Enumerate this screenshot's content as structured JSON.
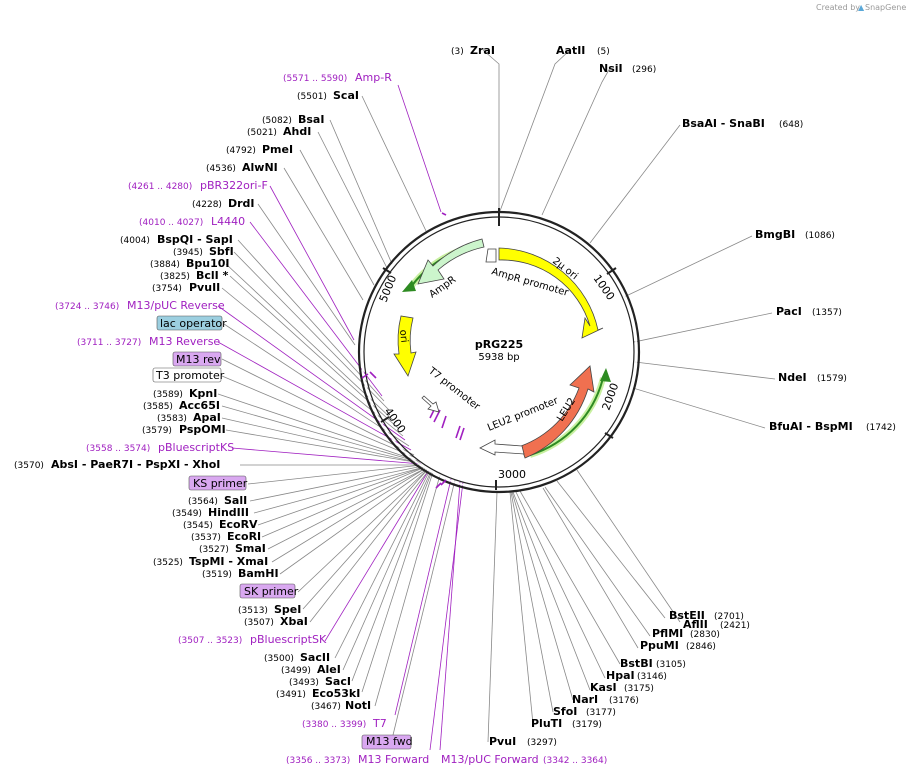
{
  "plasmid": {
    "name": "pRG225",
    "length": "5938 bp"
  },
  "credit": {
    "text": "Created by",
    "brand": "SnapGene"
  },
  "ticks": [
    "1000",
    "2000",
    "3000",
    "4000",
    "5000"
  ],
  "features_on_map": {
    "two_micron_ori": "2µ ori",
    "leu2": "LEU2",
    "leu2_promoter": "LEU2 promoter",
    "ori": "ori",
    "ampr": "AmpR",
    "ampr_promoter": "AmpR promoter",
    "t7_promoter": "T7 promoter"
  },
  "labels": [
    {
      "pos": "(3)",
      "name": "ZraI"
    },
    {
      "pos": "(5)",
      "name": "AatII"
    },
    {
      "pos": "(296)",
      "name": "NsiI"
    },
    {
      "pos": "(648)",
      "name": "BsaAI - SnaBI"
    },
    {
      "pos": "(1086)",
      "name": "BmgBI"
    },
    {
      "pos": "(1357)",
      "name": "PacI"
    },
    {
      "pos": "(1579)",
      "name": "NdeI"
    },
    {
      "pos": "(1742)",
      "name": "BfuAI - BspMI"
    },
    {
      "pos": "(2421)",
      "name": "AflII"
    },
    {
      "pos": "(2701)",
      "name": "BstEII"
    },
    {
      "pos": "(2830)",
      "name": "PflMI"
    },
    {
      "pos": "(2846)",
      "name": "PpuMI"
    },
    {
      "pos": "(3105)",
      "name": "BstBI"
    },
    {
      "pos": "(3146)",
      "name": "HpaI"
    },
    {
      "pos": "(3175)",
      "name": "KasI"
    },
    {
      "pos": "(3176)",
      "name": "NarI"
    },
    {
      "pos": "(3177)",
      "name": "SfoI"
    },
    {
      "pos": "(3179)",
      "name": "PluTI"
    },
    {
      "pos": "(3297)",
      "name": "PvuI"
    },
    {
      "pos": "(3342 .. 3364)",
      "name": "M13/pUC Forward"
    },
    {
      "pos": "(3356 .. 3373)",
      "name": "M13 Forward"
    },
    {
      "name": "M13 fwd"
    },
    {
      "pos": "(3380 .. 3399)",
      "name": "T7"
    },
    {
      "pos": "(3467)",
      "name": "NotI"
    },
    {
      "pos": "(3491)",
      "name": "Eco53kI"
    },
    {
      "pos": "(3493)",
      "name": "SacI"
    },
    {
      "pos": "(3499)",
      "name": "AleI"
    },
    {
      "pos": "(3500)",
      "name": "SacII"
    },
    {
      "pos": "(3507 .. 3523)",
      "name": "pBluescriptSK"
    },
    {
      "pos": "(3507)",
      "name": "XbaI"
    },
    {
      "pos": "(3513)",
      "name": "SpeI"
    },
    {
      "name": "SK primer"
    },
    {
      "pos": "(3519)",
      "name": "BamHI"
    },
    {
      "pos": "(3525)",
      "name": "TspMI - XmaI"
    },
    {
      "pos": "(3527)",
      "name": "SmaI"
    },
    {
      "pos": "(3537)",
      "name": "EcoRI"
    },
    {
      "pos": "(3545)",
      "name": "EcoRV"
    },
    {
      "pos": "(3549)",
      "name": "HindIII"
    },
    {
      "pos": "(3564)",
      "name": "SalI"
    },
    {
      "name": "KS primer"
    },
    {
      "pos": "(3570)",
      "name": "AbsI - PaeR7I - PspXI - XhoI"
    },
    {
      "pos": "(3558 .. 3574)",
      "name": "pBluescriptKS"
    },
    {
      "pos": "(3579)",
      "name": "PspOMI"
    },
    {
      "pos": "(3583)",
      "name": "ApaI"
    },
    {
      "pos": "(3585)",
      "name": "Acc65I"
    },
    {
      "pos": "(3589)",
      "name": "KpnI"
    },
    {
      "name": "T3 promoter"
    },
    {
      "name": "M13 rev"
    },
    {
      "pos": "(3711 .. 3727)",
      "name": "M13 Reverse"
    },
    {
      "name": "lac operator"
    },
    {
      "pos": "(3724 .. 3746)",
      "name": "M13/pUC Reverse"
    },
    {
      "pos": "(3754)",
      "name": "PvuII"
    },
    {
      "pos": "(3825)",
      "name": "BclI *"
    },
    {
      "pos": "(3884)",
      "name": "Bpu10I"
    },
    {
      "pos": "(3945)",
      "name": "SbfI"
    },
    {
      "pos": "(4004)",
      "name": "BspQI - SapI"
    },
    {
      "pos": "(4010 .. 4027)",
      "name": "L4440"
    },
    {
      "pos": "(4228)",
      "name": "DrdI"
    },
    {
      "pos": "(4261 .. 4280)",
      "name": "pBR322ori-F"
    },
    {
      "pos": "(4536)",
      "name": "AlwNI"
    },
    {
      "pos": "(4792)",
      "name": "PmeI"
    },
    {
      "pos": "(5021)",
      "name": "AhdI"
    },
    {
      "pos": "(5082)",
      "name": "BsaI"
    },
    {
      "pos": "(5501)",
      "name": "ScaI"
    },
    {
      "pos": "(5571 .. 5590)",
      "name": "Amp-R"
    }
  ],
  "colors": {
    "two_micron_ori": "#ffff00",
    "leu2": "#f07050",
    "ampr": "#ccf5cc",
    "ori": "#ffff00",
    "primer_line": "#a020c0",
    "primer_box": "#d9a8f0",
    "lac_box": "#9ccfe0",
    "green_arrow": "#2e8b22",
    "green_glow": "#c8f0a0"
  }
}
